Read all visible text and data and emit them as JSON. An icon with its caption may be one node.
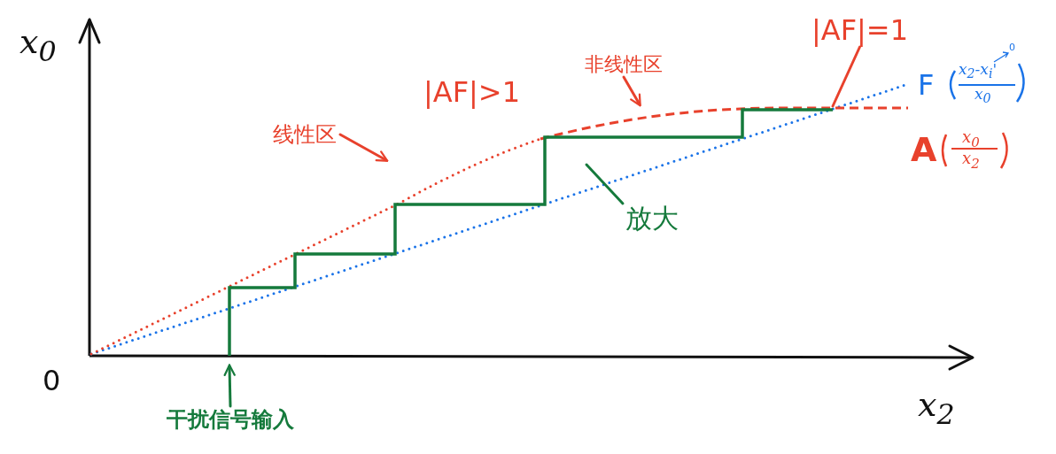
{
  "diagram": {
    "nodes": [
      {
        "text": [
          "线性区"
        ]
      },
      {
        "text": [
          "非线性区"
        ]
      },
      {
        "text": [
          "|AF|=1"
        ]
      },
      {
        "text": [
          "放大"
        ]
      },
      {
        "text": [
          "干扰信号输入"
        ]
      }
    ],
    "edges": [
      {
        "from": 0,
        "to": null,
        "arrow": "to"
      },
      {
        "from": 1,
        "to": null,
        "arrow": "to"
      },
      {
        "from": 2,
        "to": null,
        "arrow": "none"
      },
      {
        "from": 3,
        "to": null,
        "arrow": "none",
        "color": "#157a3c"
      },
      {
        "from": 4,
        "to": null,
        "arrow": "to",
        "color": "#157a3c"
      }
    ],
    "labels": [
      "x$_{0}$",
      "|AF|>1",
      "F",
      "x$_{2}$-x$_{i}$'",
      "x$_{0}$",
      "0",
      "A",
      "x$_{0}$",
      "x$_{2}$",
      "0",
      "x$_{2}$"
    ]
  }
}
